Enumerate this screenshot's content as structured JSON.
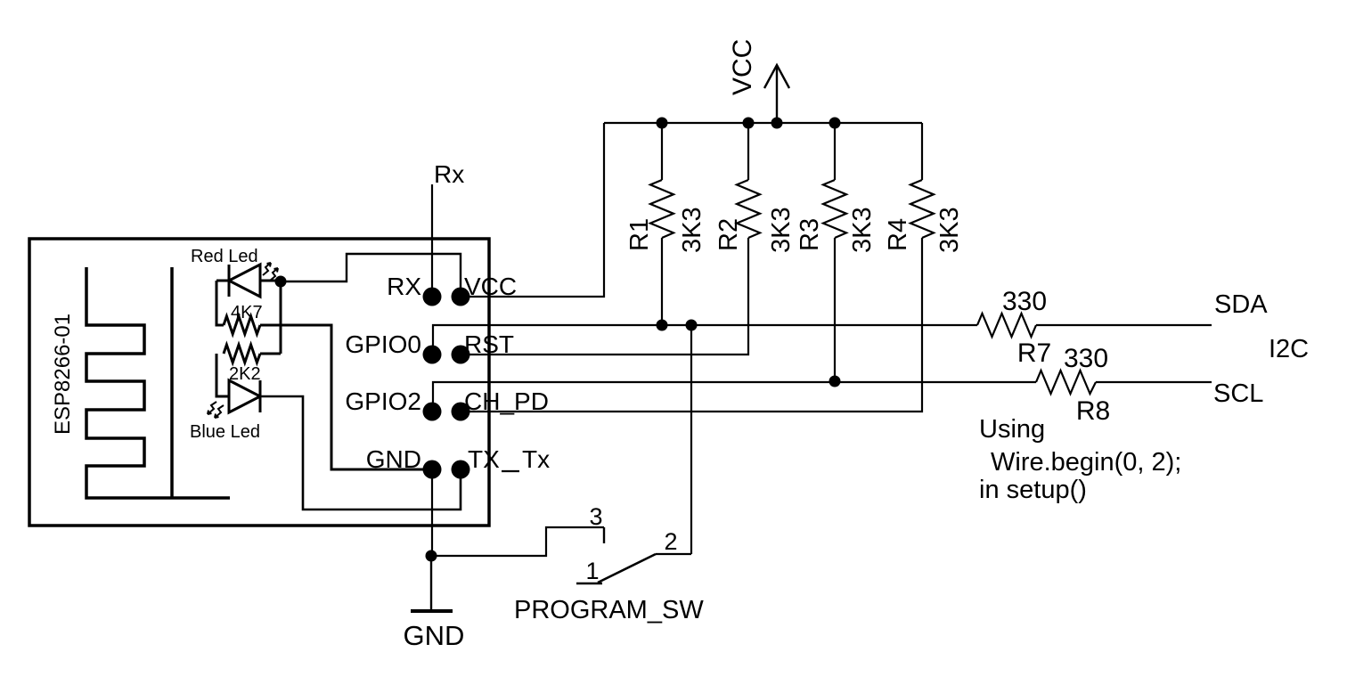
{
  "schematic": {
    "module": {
      "name": "ESP8266-01"
    },
    "pins": {
      "rx": "RX",
      "vcc": "VCC",
      "gpio0": "GPIO0",
      "rst": "RST",
      "gpio2": "GPIO2",
      "ch_pd": "CH_PD",
      "gnd": "GND",
      "tx": "TX"
    },
    "nets": {
      "rx": "Rx",
      "tx": "Tx",
      "vcc": "VCC",
      "gnd": "GND",
      "sda": "SDA",
      "scl": "SCL",
      "i2c_bus": "I2C"
    },
    "leds": {
      "red": {
        "label": "Red Led",
        "resistor": "4K7"
      },
      "blue": {
        "label": "Blue Led",
        "resistor": "2K2"
      }
    },
    "pullups": [
      {
        "ref": "R1",
        "value": "3K3"
      },
      {
        "ref": "R2",
        "value": "3K3"
      },
      {
        "ref": "R3",
        "value": "3K3"
      },
      {
        "ref": "R4",
        "value": "3K3"
      }
    ],
    "series": [
      {
        "ref": "R7",
        "value": "330"
      },
      {
        "ref": "R8",
        "value": "330"
      }
    ],
    "switch": {
      "label": "PROGRAM_SW",
      "pin1": "1",
      "pin2": "2",
      "pin3": "3"
    },
    "note": {
      "line1": "Using",
      "line2": "Wire.begin(0, 2);",
      "line3": "in setup()"
    }
  }
}
